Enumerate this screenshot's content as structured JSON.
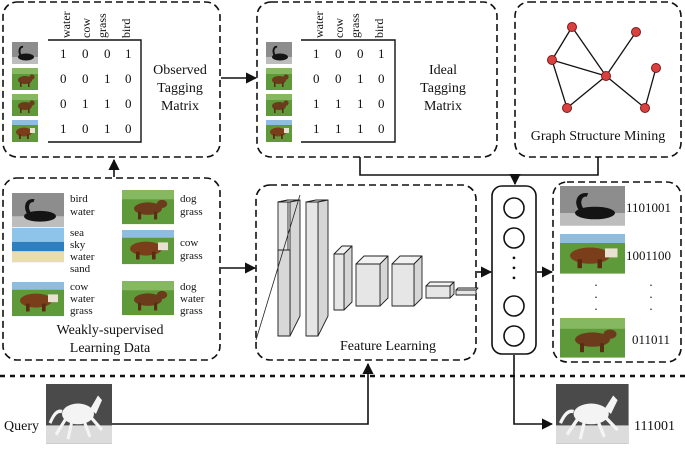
{
  "colors": {
    "node_fill": "#d94040",
    "node_stroke": "#7a1a1a",
    "water_blue": "#7fb6df",
    "grass_green": "#5f9a3a",
    "sand": "#e9dcae"
  },
  "observed": {
    "columns": [
      "water",
      "cow",
      "grass",
      "bird"
    ],
    "rows": [
      [
        "1",
        "0",
        "0",
        "1"
      ],
      [
        "0",
        "0",
        "1",
        "0"
      ],
      [
        "0",
        "1",
        "1",
        "0"
      ],
      [
        "1",
        "0",
        "1",
        "0"
      ]
    ],
    "title_line1": "Observed",
    "title_line2": "Tagging",
    "title_line3": "Matrix"
  },
  "ideal": {
    "columns": [
      "water",
      "cow",
      "grass",
      "bird"
    ],
    "rows": [
      [
        "1",
        "0",
        "0",
        "1"
      ],
      [
        "0",
        "0",
        "1",
        "0"
      ],
      [
        "1",
        "1",
        "1",
        "0"
      ],
      [
        "1",
        "1",
        "1",
        "0"
      ]
    ],
    "title_line1": "Ideal",
    "title_line2": "Tagging",
    "title_line3": "Matrix"
  },
  "graph": {
    "title": "Graph Structure Mining"
  },
  "weak": {
    "items": [
      {
        "image": "swan-photo",
        "tags": [
          "bird",
          "water"
        ]
      },
      {
        "image": "dog-photo",
        "tags": [
          "dog",
          "grass"
        ]
      },
      {
        "image": "beach-photo",
        "tags": [
          "sea",
          "sky",
          "water",
          "sand"
        ]
      },
      {
        "image": "cow-photo",
        "tags": [
          "cow",
          "grass"
        ]
      },
      {
        "image": "cow-photo",
        "tags": [
          "cow",
          "water",
          "grass"
        ]
      },
      {
        "image": "dog-photo",
        "tags": [
          "dog",
          "water",
          "grass"
        ]
      }
    ],
    "title_line1": "Weakly-supervised",
    "title_line2": "Learning Data"
  },
  "feature": {
    "title": "Feature Learning"
  },
  "hash": {
    "codes": [
      "1101001",
      "1001100",
      "011011"
    ],
    "dots": ".",
    "ellipsis": "•"
  },
  "query": {
    "label": "Query",
    "code": "111001"
  }
}
